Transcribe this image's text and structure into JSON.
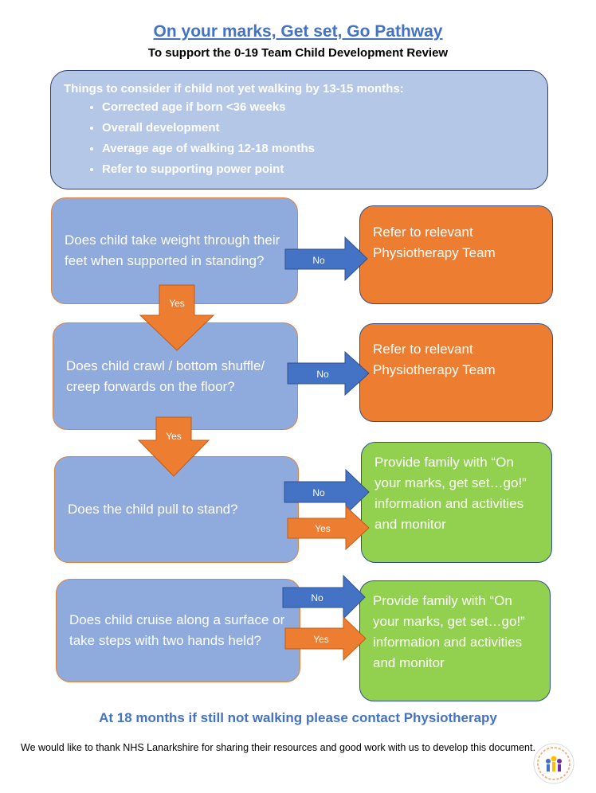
{
  "title": "On your marks, Get set, Go Pathway",
  "subtitle": "To support the 0-19 Team Child Development Review",
  "consider": {
    "heading": "Things to consider if child not yet walking by 13-15 months:",
    "items": [
      "Corrected age if born <36 weeks",
      "Overall development",
      "Average age of walking 12-18 months",
      " Refer to supporting power point"
    ]
  },
  "steps": [
    {
      "question": "Does child take weight through their feet when supported in standing?",
      "no_label": "No",
      "yes_label": "Yes",
      "outcome": "Refer to relevant Physiotherapy Team"
    },
    {
      "question": "Does child crawl / bottom shuffle/ creep forwards on the floor?",
      "no_label": "No",
      "yes_label": "Yes",
      "outcome": "Refer to relevant Physiotherapy Team"
    },
    {
      "question": "Does the child pull to stand?",
      "no_label": "No",
      "yes_label": "Yes",
      "outcome": "Provide family with “On your marks, get set…go!” information and activities and monitor"
    },
    {
      "question": "Does child cruise along a surface or take steps with two hands held?",
      "no_label": "No",
      "yes_label": "Yes",
      "outcome": "Provide family with “On your marks, get set…go!” information and activities and monitor"
    }
  ],
  "footer": {
    "note": "At 18 months if still not walking please contact Physiotherapy",
    "thanks": "We would like to thank NHS Lanarkshire for sharing their resources and good work with us to develop this document."
  },
  "colors": {
    "blue_arrow": "#4472c4",
    "orange": "#ed7d31",
    "green": "#92d050",
    "question_box": "#8faadc"
  }
}
